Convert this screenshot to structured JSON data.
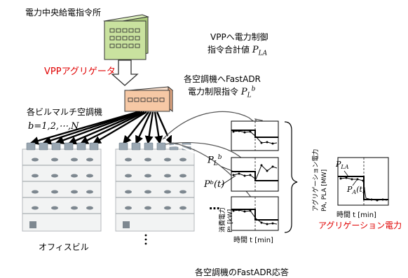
{
  "labels": {
    "dispatch_center": "電力中央給電指令所",
    "vpp_to_power_line1": "VPPへ電力制御",
    "vpp_to_power_line2_prefix": "指令合計値",
    "p_la_symbol": "P",
    "p_la_sub": "LA",
    "vpp_aggregator": "VPPアグリゲータ",
    "fastadr_cmd_line1": "各空調機へFastADR",
    "fastadr_cmd_line2_prefix": "電力制限指令",
    "p_l_b_symbol": "P",
    "p_l_b_sub": "L",
    "p_l_b_sup": "b",
    "multi_ac_label": "各ビルマルチ空調機",
    "b_index": "b=1,2,⋯,N",
    "office_building": "オフィスビル",
    "fastadr_response": "各空調機のFastADR応答",
    "p_b_t": "Pᵇ(t)",
    "chart1_ylabel_line1": "消費電力",
    "chart1_ylabel_line2": "Pᵇ [kW]",
    "chart1_xlabel": "時間 t [min]",
    "agg_ylabel_line1": "アグリゲーション電力",
    "agg_ylabel_line2": "PA, PLA [MW]",
    "agg_plot_pla": "P",
    "agg_plot_pla_sub": "LA",
    "agg_plot_pa": "P",
    "agg_plot_pa_sub": "A",
    "agg_plot_pa_t": "(t)",
    "agg_xlabel": "時間 t [min]",
    "agg_power_title": "アグリゲーション電力",
    "ellipsis": "⋯"
  },
  "colors": {
    "dispatch_fill": "#c9e29f",
    "aggregator_fill": "#f6c8a5",
    "accent_red": "#e00000",
    "ink": "#000000"
  }
}
